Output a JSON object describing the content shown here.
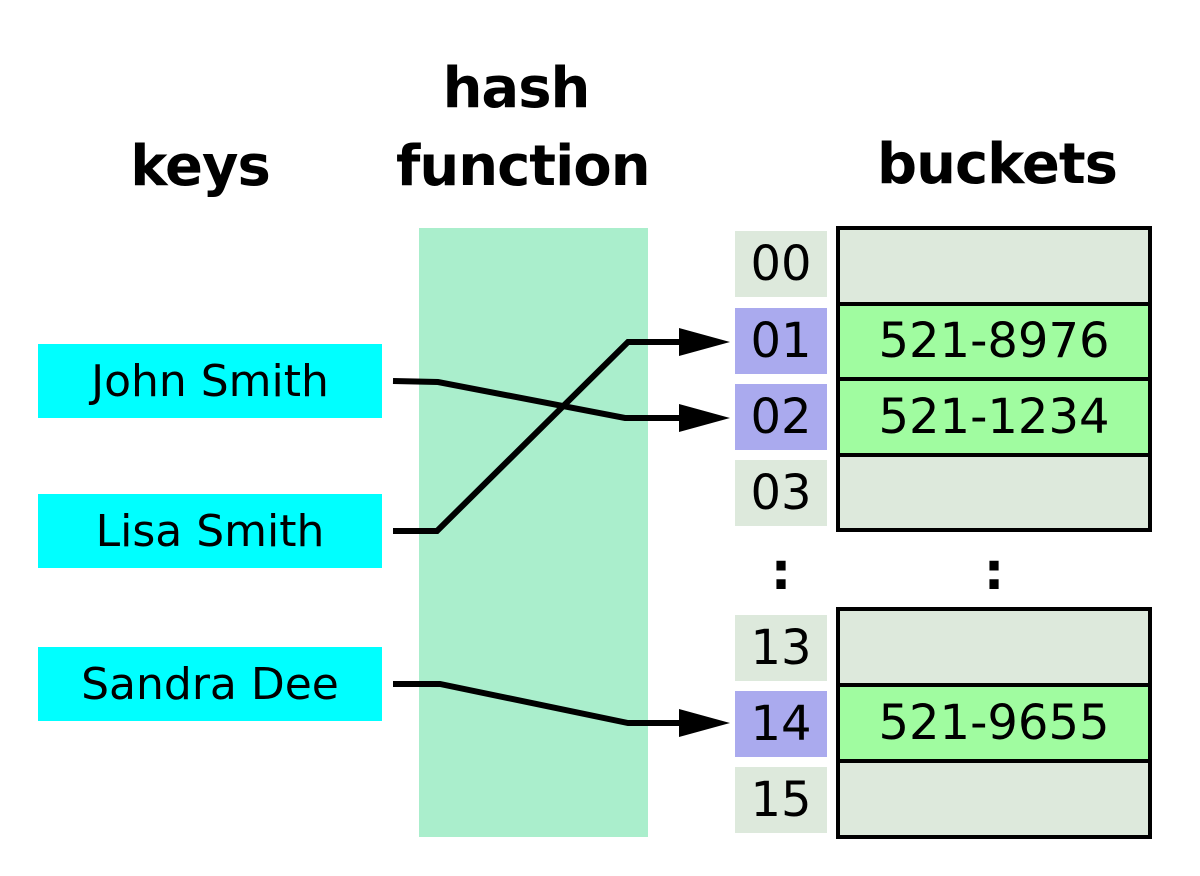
{
  "headers": {
    "keys": "keys",
    "hash": "hash",
    "function": "function",
    "buckets": "buckets"
  },
  "keys": {
    "items": [
      {
        "label": "John Smith"
      },
      {
        "label": "Lisa Smith"
      },
      {
        "label": "Sandra Dee"
      }
    ]
  },
  "index_column": {
    "ellipsis": ":",
    "items": [
      {
        "label": "00",
        "highlighted": false
      },
      {
        "label": "01",
        "highlighted": true
      },
      {
        "label": "02",
        "highlighted": true
      },
      {
        "label": "03",
        "highlighted": false
      },
      {
        "label": "13",
        "highlighted": false
      },
      {
        "label": "14",
        "highlighted": true
      },
      {
        "label": "15",
        "highlighted": false
      }
    ]
  },
  "bucket_column": {
    "ellipsis": ":",
    "items": [
      {
        "value": "",
        "filled": false
      },
      {
        "value": "521-8976",
        "filled": true
      },
      {
        "value": "521-1234",
        "filled": true
      },
      {
        "value": "",
        "filled": false
      },
      {
        "value": "",
        "filled": false
      },
      {
        "value": "521-9655",
        "filled": true
      },
      {
        "value": "",
        "filled": false
      }
    ]
  },
  "arrows": [
    {
      "from": "John Smith",
      "to_index": "02"
    },
    {
      "from": "Lisa Smith",
      "to_index": "01"
    },
    {
      "from": "Sandra Dee",
      "to_index": "14"
    }
  ],
  "colors": {
    "key_fill": "#00ffff",
    "hash_box_fill": "#aaeecc",
    "bucket_filled": "#a0fca0",
    "cell_empty": "#dde9dc",
    "index_highlight": "#aaaaee",
    "arrow": "#000000"
  }
}
